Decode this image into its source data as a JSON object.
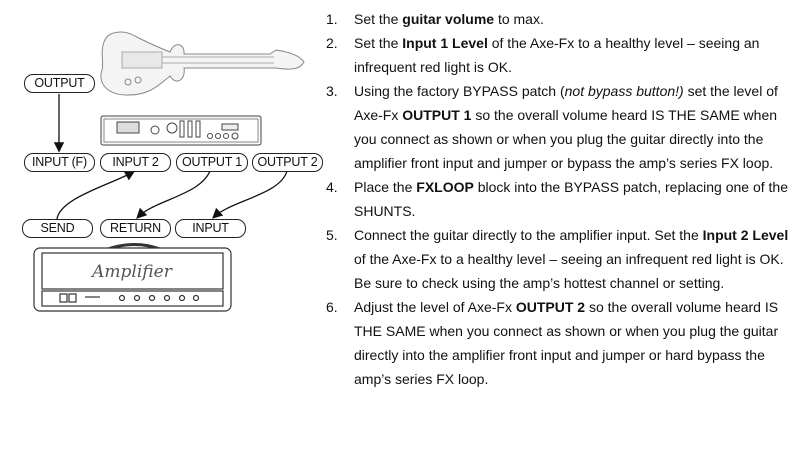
{
  "diagram": {
    "labels": {
      "guitar_output": "OUTPUT",
      "input_f": "INPUT (F)",
      "input_2": "INPUT 2",
      "output_1": "OUTPUT 1",
      "output_2": "OUTPUT 2",
      "send": "SEND",
      "return": "RETURN",
      "amp_input": "INPUT"
    },
    "amp_logo": "Amplifier"
  },
  "steps": [
    {
      "num": "1.",
      "segments": [
        {
          "t": "Set the "
        },
        {
          "t": "guitar volume",
          "b": true
        },
        {
          "t": " to max."
        }
      ]
    },
    {
      "num": "2.",
      "segments": [
        {
          "t": "Set the "
        },
        {
          "t": "Input 1 Level",
          "b": true
        },
        {
          "t": " of the Axe-Fx to a healthy level – seeing an infrequent red light is OK."
        }
      ]
    },
    {
      "num": "3.",
      "segments": [
        {
          "t": "Using the factory BYPASS patch ("
        },
        {
          "t": "not bypass button!)",
          "i": true
        },
        {
          "t": " set the level of Axe-Fx "
        },
        {
          "t": "OUTPUT 1",
          "b": true
        },
        {
          "t": " so the overall volume heard IS THE SAME when you connect as shown or when you plug the guitar directly into the amplifier front input and jumper or bypass the amp’s series FX loop."
        }
      ]
    },
    {
      "num": "4.",
      "segments": [
        {
          "t": "Place the "
        },
        {
          "t": "FXLOOP",
          "b": true
        },
        {
          "t": " block into the BYPASS patch, replacing one of the SHUNTS."
        }
      ]
    },
    {
      "num": "5.",
      "segments": [
        {
          "t": "Connect the guitar directly to the amplifier input. Set the "
        },
        {
          "t": "Input 2 Level",
          "b": true
        },
        {
          "t": " of the Axe-Fx to a healthy level – seeing an infrequent red light is OK. Be sure to check using the amp’s hottest channel or setting."
        }
      ]
    },
    {
      "num": "6.",
      "segments": [
        {
          "t": "Adjust the level of Axe-Fx "
        },
        {
          "t": "OUTPUT 2",
          "b": true
        },
        {
          "t": " so the overall volume heard IS THE SAME when you connect as shown or when you plug the guitar directly into the amplifier front input and jumper or hard bypass the amp’s series FX loop."
        }
      ]
    }
  ]
}
